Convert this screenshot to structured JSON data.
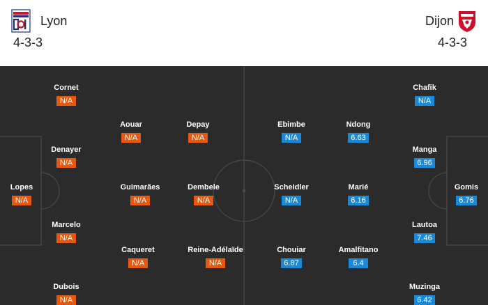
{
  "home": {
    "name": "Lyon",
    "formation": "4-3-3",
    "logo_icon": "lyon-crest-icon",
    "rating_color": "#e8590f",
    "players": [
      {
        "name": "Lopes",
        "rating": "N/A"
      },
      {
        "name": "Cornet",
        "rating": "N/A"
      },
      {
        "name": "Denayer",
        "rating": "N/A"
      },
      {
        "name": "Marcelo",
        "rating": "N/A"
      },
      {
        "name": "Dubois",
        "rating": "N/A"
      },
      {
        "name": "Aouar",
        "rating": "N/A"
      },
      {
        "name": "Guimarães",
        "rating": "N/A"
      },
      {
        "name": "Caqueret",
        "rating": "N/A"
      },
      {
        "name": "Depay",
        "rating": "N/A"
      },
      {
        "name": "Dembele",
        "rating": "N/A"
      },
      {
        "name": "Reine-Adélaïde",
        "rating": "N/A"
      }
    ]
  },
  "away": {
    "name": "Dijon",
    "formation": "4-3-3",
    "logo_icon": "dijon-crest-icon",
    "rating_color": "#1a8ad8",
    "players": [
      {
        "name": "Gomis",
        "rating": "6.76"
      },
      {
        "name": "Chafik",
        "rating": "N/A"
      },
      {
        "name": "Manga",
        "rating": "6.96"
      },
      {
        "name": "Lautoa",
        "rating": "7.46"
      },
      {
        "name": "Muzinga",
        "rating": "6.42"
      },
      {
        "name": "Ndong",
        "rating": "6.63"
      },
      {
        "name": "Marié",
        "rating": "6.16"
      },
      {
        "name": "Amalfitano",
        "rating": "6.4"
      },
      {
        "name": "Ebimbe",
        "rating": "N/A"
      },
      {
        "name": "Scheidler",
        "rating": "N/A"
      },
      {
        "name": "Chouiar",
        "rating": "6.87"
      }
    ]
  }
}
